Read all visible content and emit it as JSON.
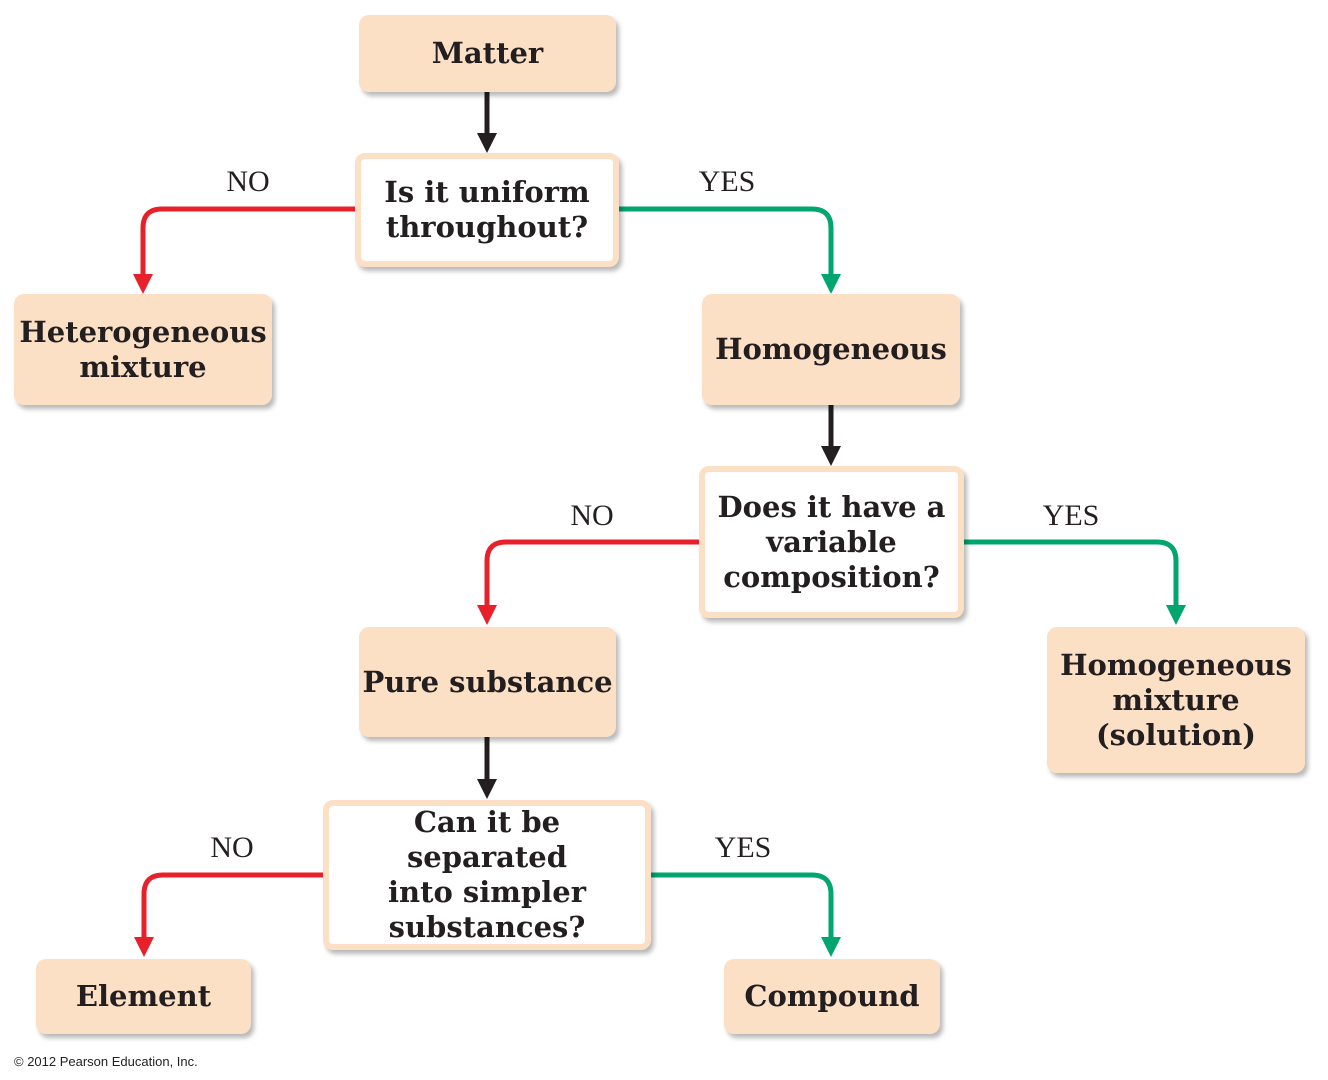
{
  "colors": {
    "box_fill": "#fbe0c6",
    "decision_fill": "#ffffff",
    "no_arrow": "#e8202a",
    "yes_arrow": "#00a66e",
    "flow_arrow": "#231f20",
    "text": "#231f20"
  },
  "nodes": {
    "matter": "Matter",
    "q_uniform": "Is it uniform\nthroughout?",
    "heterogeneous_mixture": "Heterogeneous\nmixture",
    "homogeneous": "Homogeneous",
    "q_variable": "Does it have a\nvariable\ncomposition?",
    "pure_substance": "Pure substance",
    "homogeneous_mixture": "Homogeneous\nmixture\n(solution)",
    "q_separated": "Can it be separated\ninto simpler\nsubstances?",
    "element": "Element",
    "compound": "Compound"
  },
  "labels": {
    "uniform_no": "NO",
    "uniform_yes": "YES",
    "variable_no": "NO",
    "variable_yes": "YES",
    "separated_no": "NO",
    "separated_yes": "YES"
  },
  "copyright": "© 2012 Pearson Education, Inc."
}
